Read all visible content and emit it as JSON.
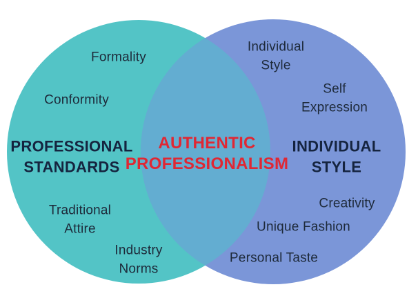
{
  "diagram": {
    "type": "venn",
    "background_color": "#ffffff",
    "left_circle": {
      "title": "PROFESSIONAL\nSTANDARDS",
      "color": "#53c4c6",
      "items": [
        "Formality",
        "Conformity",
        "Traditional\nAttire",
        "Industry\nNorms"
      ]
    },
    "right_circle": {
      "title": "INDIVIDUAL\nSTYLE",
      "color": "#7b96d8",
      "items": [
        "Individual\nStyle",
        "Self Expression",
        "Creativity",
        "Unique Fashion",
        "Personal Taste"
      ]
    },
    "intersection": {
      "title": "AUTHENTIC\nPROFESSIONALISM",
      "color": "#63add1",
      "text_color": "#e02733"
    },
    "text_color_items": "#1d2939",
    "text_color_headings": "#15243f"
  }
}
